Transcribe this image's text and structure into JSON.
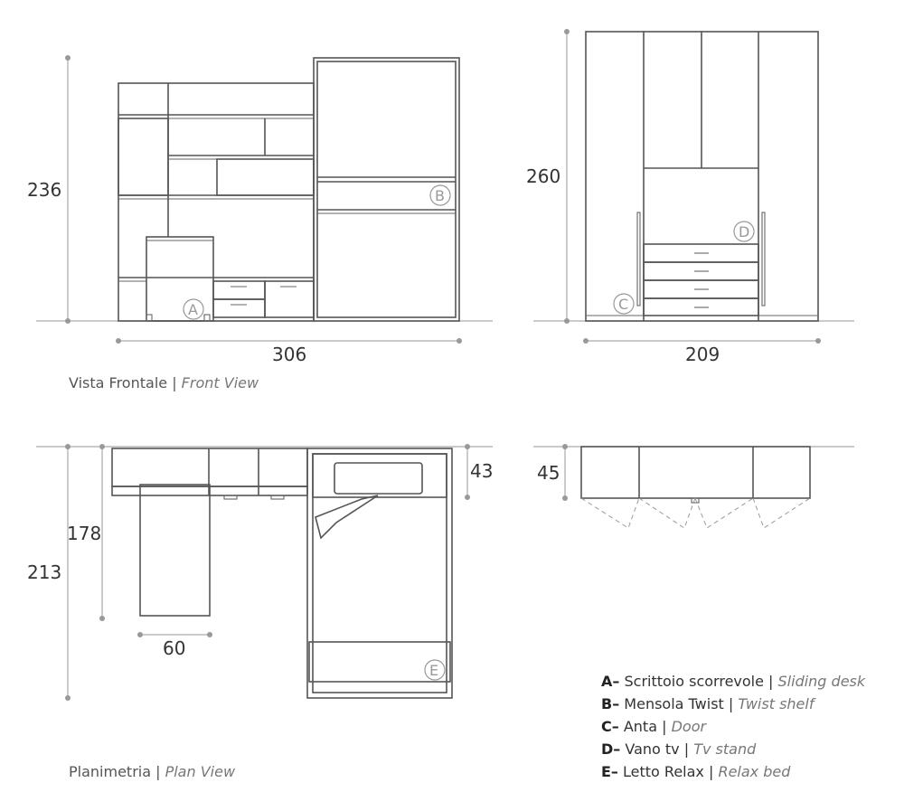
{
  "dimensions": {
    "front_height": "236",
    "front_width": "306",
    "wardrobe_height": "260",
    "wardrobe_width": "209",
    "plan_total_depth": "213",
    "plan_desk_depth": "178",
    "plan_desk_width": "60",
    "plan_shelf_depth": "43",
    "wardrobe_depth": "45"
  },
  "markers": {
    "a": "A",
    "b": "B",
    "c": "C",
    "d": "D",
    "e": "E"
  },
  "captions": {
    "front": {
      "it": "Vista Frontale",
      "sep": " | ",
      "en": "Front View"
    },
    "plan": {
      "it": "Planimetria",
      "sep": " | ",
      "en": "Plan View"
    }
  },
  "legend": [
    {
      "key": "A–",
      "it": "Scrittoio scorrevole",
      "sep": " | ",
      "en": "Sliding desk"
    },
    {
      "key": "B–",
      "it": "Mensola Twist",
      "sep": " | ",
      "en": "Twist shelf"
    },
    {
      "key": "C–",
      "it": "Anta",
      "sep": " | ",
      "en": "Door"
    },
    {
      "key": "D–",
      "it": "Vano tv",
      "sep": " | ",
      "en": "Tv stand"
    },
    {
      "key": "E–",
      "it": "Letto Relax",
      "sep": " | ",
      "en": "Relax bed"
    }
  ]
}
